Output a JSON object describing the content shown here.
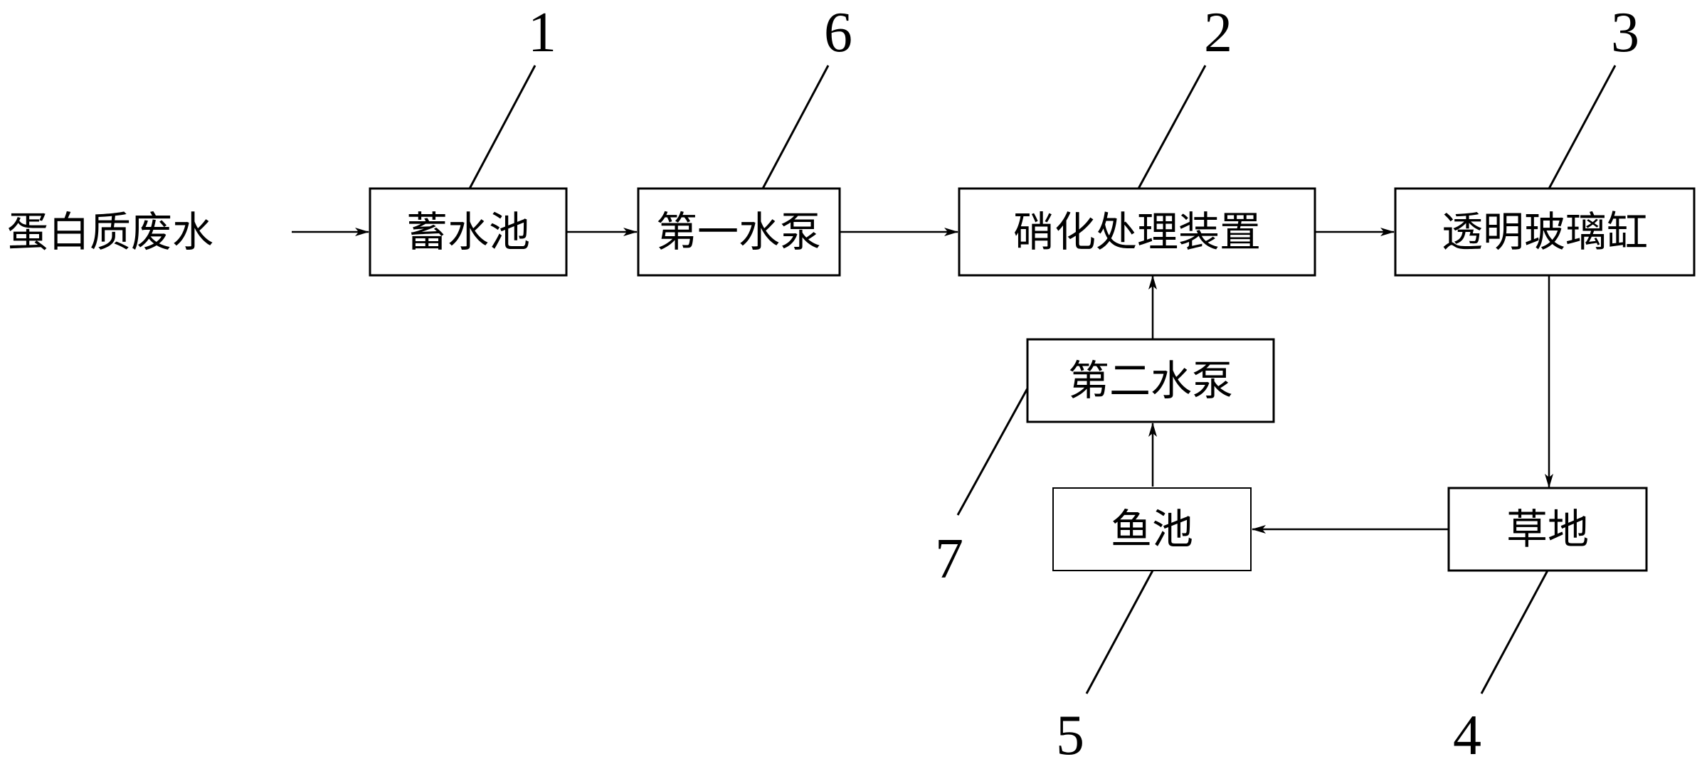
{
  "input_label": "蛋白质废水",
  "nodes": {
    "reservoir": {
      "label": "蓄水池",
      "number": "1"
    },
    "pump1": {
      "label": "第一水泵",
      "number": "6"
    },
    "nitrification": {
      "label": "硝化处理装置",
      "number": "2"
    },
    "glass_tank": {
      "label": "透明玻璃缸",
      "number": "3"
    },
    "grassland": {
      "label": "草地",
      "number": "4"
    },
    "fish_pond": {
      "label": "鱼池",
      "number": "5"
    },
    "pump2": {
      "label": "第二水泵",
      "number": "7"
    }
  },
  "flow": [
    [
      "input",
      "reservoir"
    ],
    [
      "reservoir",
      "pump1"
    ],
    [
      "pump1",
      "nitrification"
    ],
    [
      "nitrification",
      "glass_tank"
    ],
    [
      "glass_tank",
      "grassland"
    ],
    [
      "grassland",
      "fish_pond"
    ],
    [
      "fish_pond",
      "pump2"
    ],
    [
      "pump2",
      "nitrification"
    ]
  ]
}
